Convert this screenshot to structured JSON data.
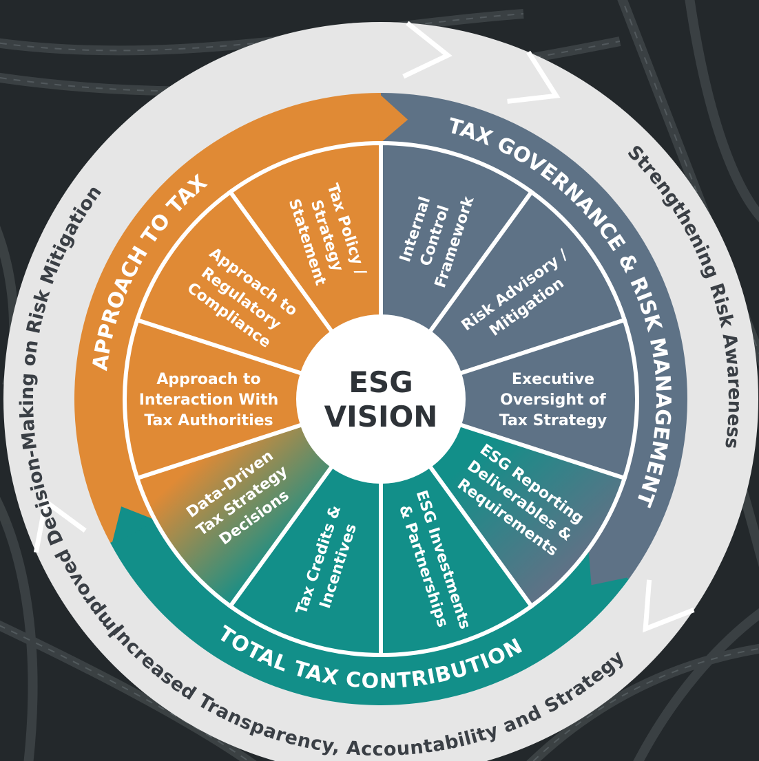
{
  "colors": {
    "orange": "#e08a35",
    "slate": "#5e7286",
    "teal": "#128f89",
    "ring": "#e6e6e6",
    "outer_text": "#3a3f45",
    "center_text": "#2e3338"
  },
  "center": {
    "line1": "ESG",
    "line2": "VISION"
  },
  "outer_ring": {
    "left": "Improved Decision-Making on Risk Mitigation",
    "right": "Strengthening Risk Awareness",
    "bottom": "Increased Transparency, Accountability and Strategy"
  },
  "bands": {
    "approach": "APPROACH TO TAX",
    "governance": "TAX GOVERNANCE & RISK MANAGEMENT",
    "contribution": "TOTAL TAX CONTRIBUTION"
  },
  "segments": [
    {
      "id": "tax-policy",
      "color": "orange",
      "lines": [
        "Tax Policy /",
        "Strategy",
        "Statement"
      ]
    },
    {
      "id": "internal-control",
      "color": "slate",
      "lines": [
        "Internal",
        "Control",
        "Framework"
      ]
    },
    {
      "id": "risk-advisory",
      "color": "slate",
      "lines": [
        "Risk Advisory /",
        "Mitigation"
      ]
    },
    {
      "id": "executive-oversight",
      "color": "slate",
      "lines": [
        "Executive",
        "Oversight of",
        "Tax Strategy"
      ]
    },
    {
      "id": "esg-reporting",
      "color": "slate-teal",
      "lines": [
        "ESG Reporting",
        "Deliverables &",
        "Requirements"
      ]
    },
    {
      "id": "esg-investments",
      "color": "teal",
      "lines": [
        "ESG Investments",
        "& Partnerships"
      ]
    },
    {
      "id": "tax-credits",
      "color": "teal",
      "lines": [
        "Tax Credits &",
        "Incentives"
      ]
    },
    {
      "id": "data-driven",
      "color": "orange-teal",
      "lines": [
        "Data-Driven",
        "Tax Strategy",
        "Decisions"
      ]
    },
    {
      "id": "interaction",
      "color": "orange",
      "lines": [
        "Approach to",
        "Interaction With",
        "Tax Authorities"
      ]
    },
    {
      "id": "regulatory",
      "color": "orange",
      "lines": [
        "Approach to",
        "Regulatory",
        "Compliance"
      ]
    }
  ]
}
